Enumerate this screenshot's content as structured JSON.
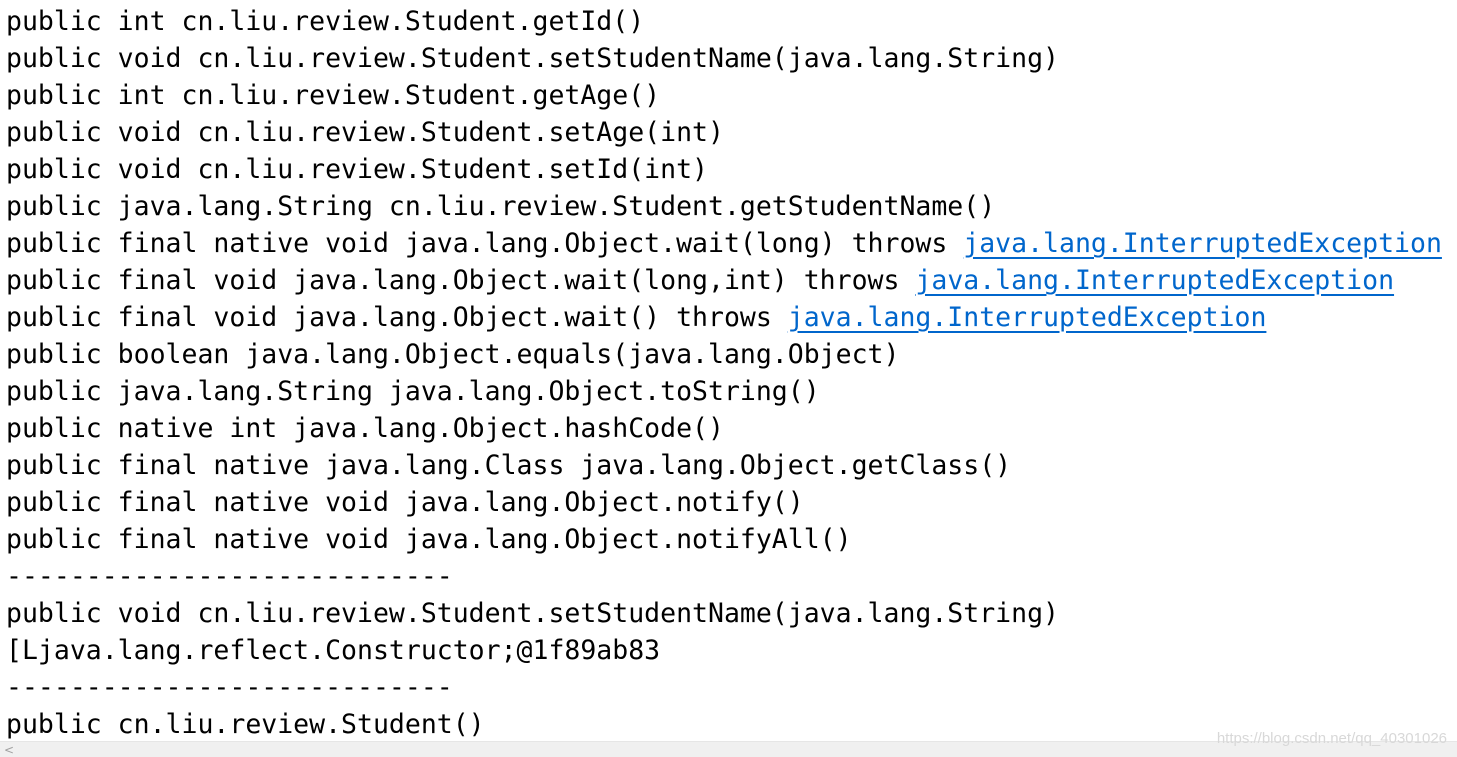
{
  "console": {
    "lines": [
      {
        "text": "public int cn.liu.review.Student.getId()"
      },
      {
        "text": "public void cn.liu.review.Student.setStudentName(java.lang.String)"
      },
      {
        "text": "public int cn.liu.review.Student.getAge()"
      },
      {
        "text": "public void cn.liu.review.Student.setAge(int)"
      },
      {
        "text": "public void cn.liu.review.Student.setId(int)"
      },
      {
        "text": "public java.lang.String cn.liu.review.Student.getStudentName()"
      },
      {
        "text": "public final native void java.lang.Object.wait(long) throws ",
        "link": "java.lang.InterruptedException"
      },
      {
        "text": "public final void java.lang.Object.wait(long,int) throws ",
        "link": "java.lang.InterruptedException"
      },
      {
        "text": "public final void java.lang.Object.wait() throws ",
        "link": "java.lang.InterruptedException"
      },
      {
        "text": "public boolean java.lang.Object.equals(java.lang.Object)"
      },
      {
        "text": "public java.lang.String java.lang.Object.toString()"
      },
      {
        "text": "public native int java.lang.Object.hashCode()"
      },
      {
        "text": "public final native java.lang.Class java.lang.Object.getClass()"
      },
      {
        "text": "public final native void java.lang.Object.notify()"
      },
      {
        "text": "public final native void java.lang.Object.notifyAll()"
      },
      {
        "text": "----------------------------"
      },
      {
        "text": "public void cn.liu.review.Student.setStudentName(java.lang.String)"
      },
      {
        "text": "[Ljava.lang.reflect.Constructor;@1f89ab83"
      },
      {
        "text": "----------------------------"
      },
      {
        "text": "public cn.liu.review.Student()"
      }
    ],
    "link_color": "#0066cc"
  },
  "scrollbar": {
    "left_arrow_icon": "chevron-left-icon",
    "left_arrow_glyph": "<"
  },
  "watermark": "https://blog.csdn.net/qq_40301026"
}
